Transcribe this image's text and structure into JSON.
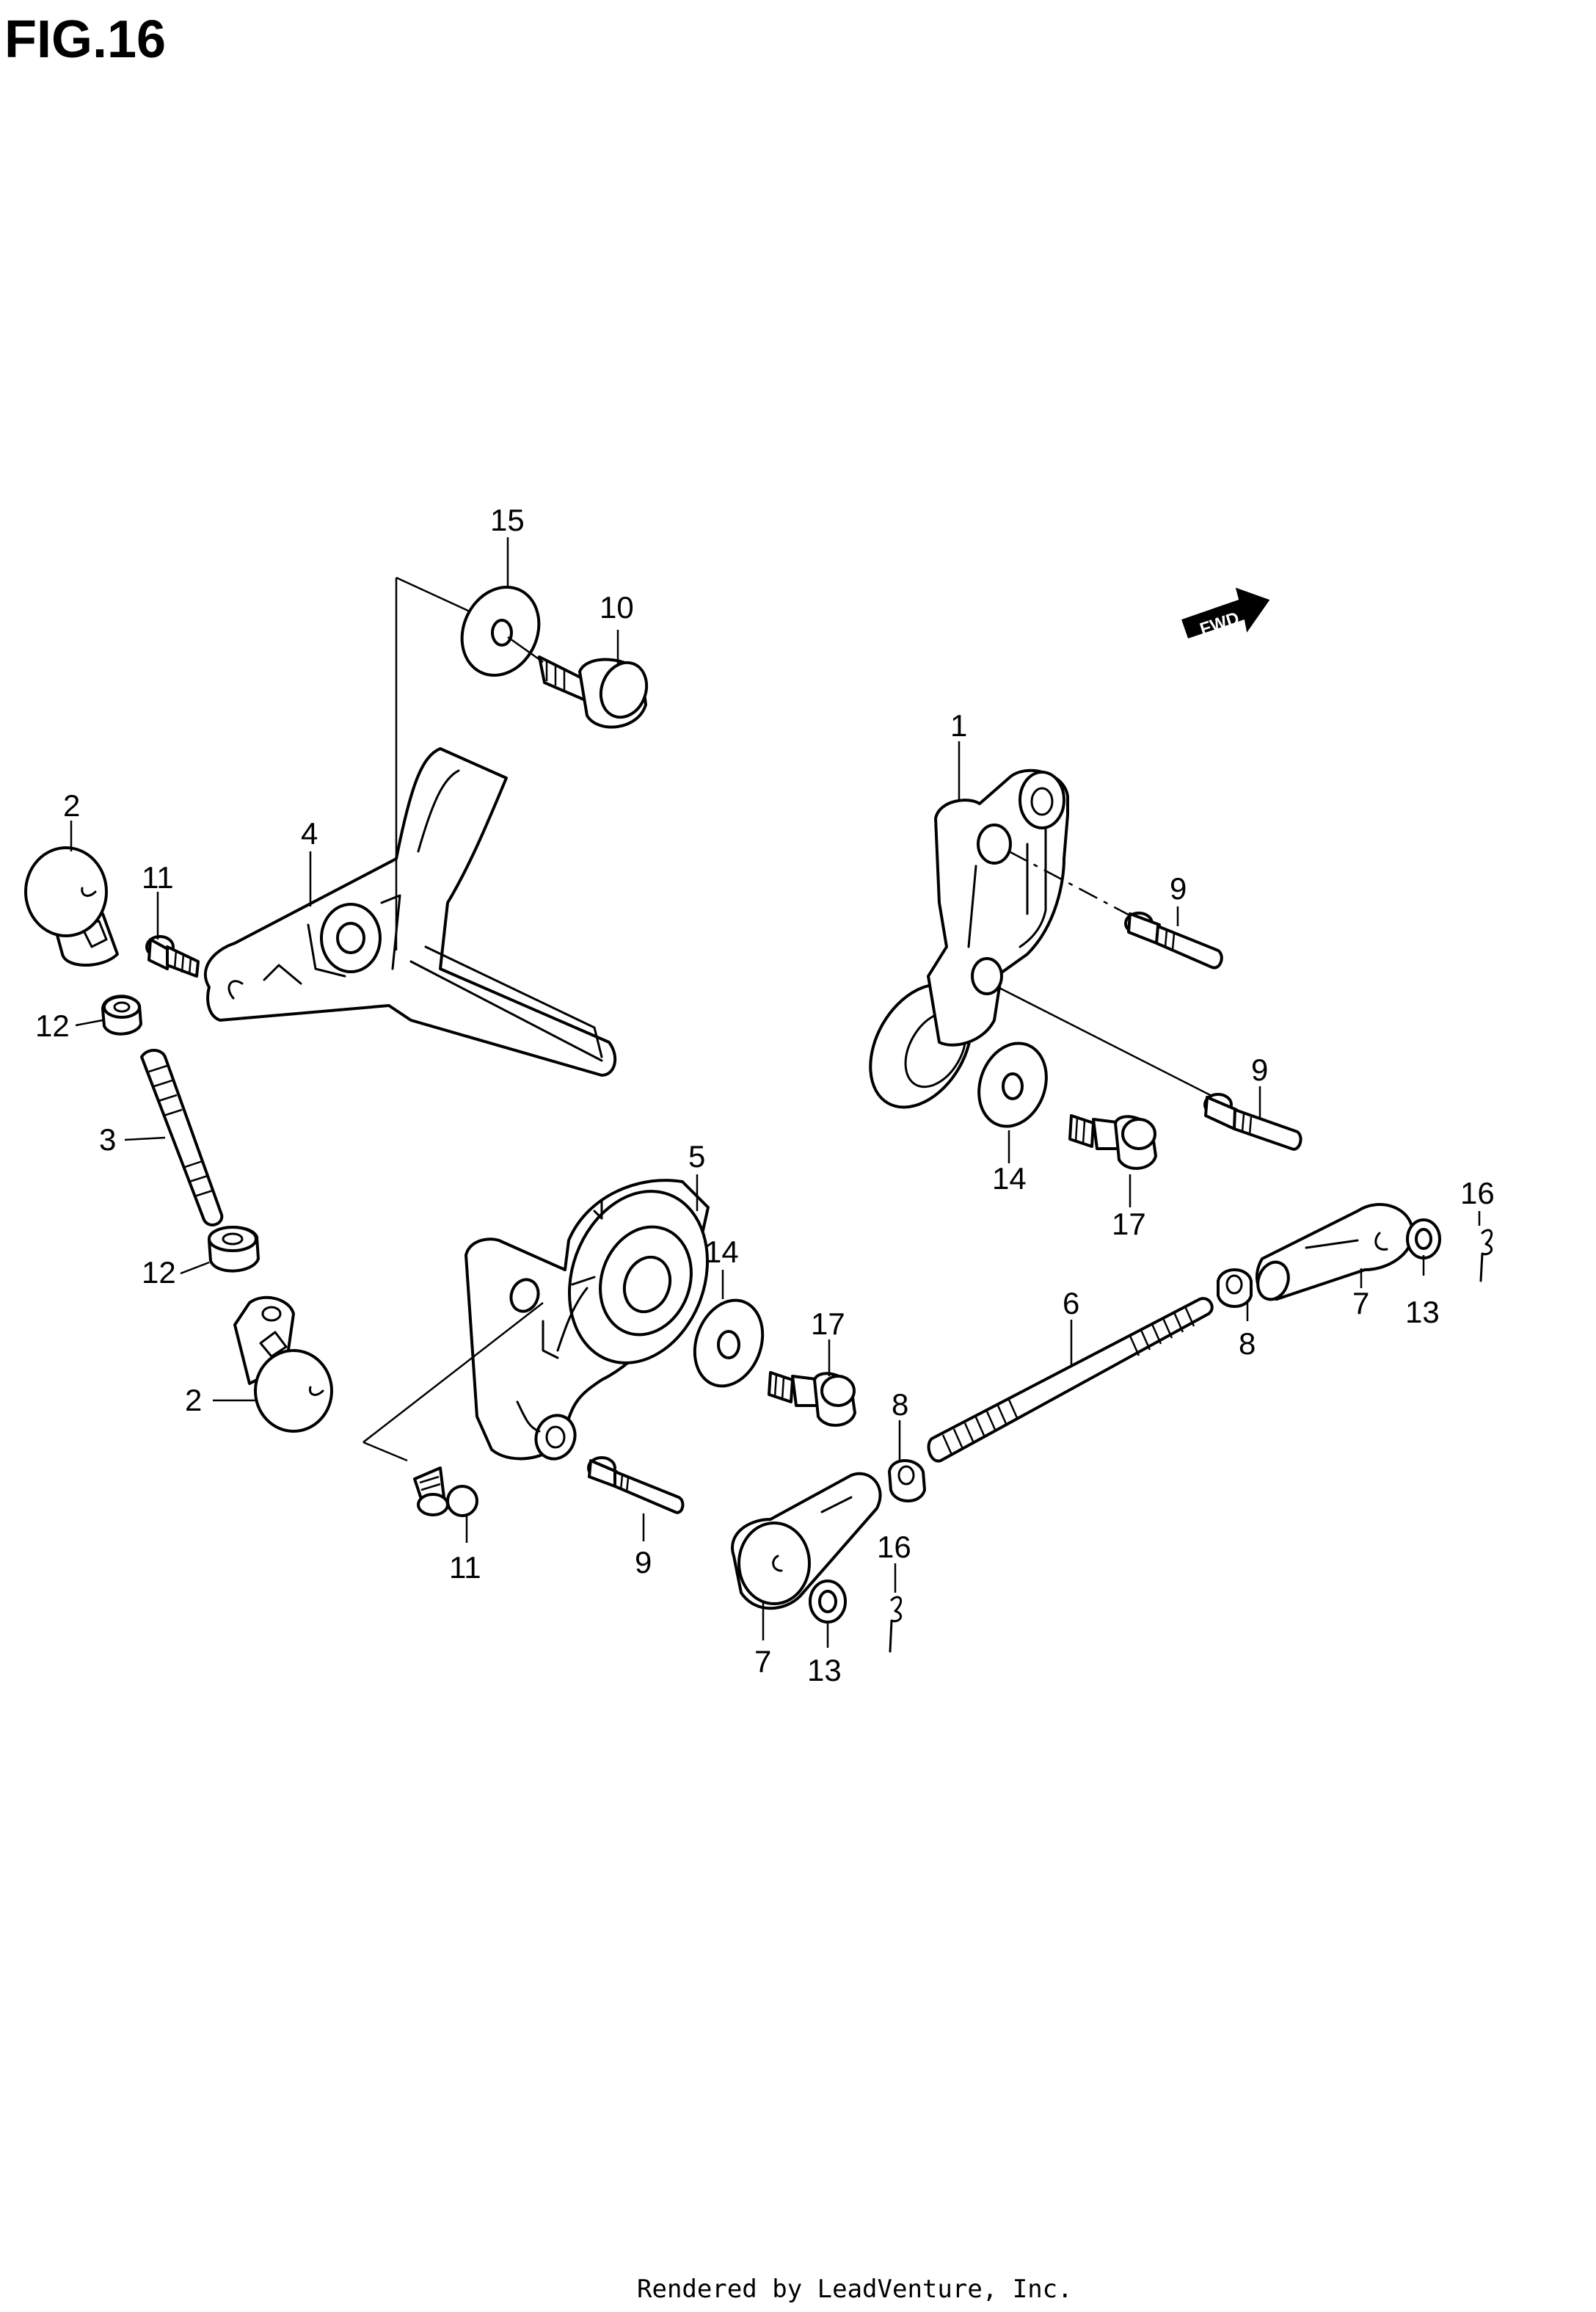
{
  "figure": {
    "title": "FIG.16",
    "fwd_label": "FWD",
    "footer": "Rendered by LeadVenture, Inc."
  },
  "callouts": {
    "c1": "1",
    "c2a": "2",
    "c2b": "2",
    "c3": "3",
    "c4": "4",
    "c5": "5",
    "c6": "6",
    "c7a": "7",
    "c7b": "7",
    "c8a": "8",
    "c8b": "8",
    "c9a": "9",
    "c9b": "9",
    "c9c": "9",
    "c10": "10",
    "c11a": "11",
    "c11b": "11",
    "c12a": "12",
    "c12b": "12",
    "c13a": "13",
    "c13b": "13",
    "c14a": "14",
    "c14b": "14",
    "c15": "15",
    "c16a": "16",
    "c16b": "16",
    "c17a": "17",
    "c17b": "17"
  }
}
